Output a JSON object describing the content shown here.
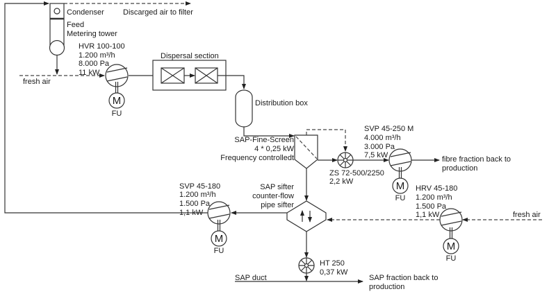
{
  "condenser": "Condenser",
  "discarged": "Discarged air  to filter",
  "tower": [
    "Feed",
    "Metering tower"
  ],
  "fresh_air_left": "fresh air",
  "hvr": [
    "HVR 100-100",
    "1.200 m³/h",
    "8.000 Pa",
    "11 kW"
  ],
  "dispersal": "Dispersal section",
  "distribution": "Distribution box",
  "fine_screen": [
    "SAP-Fine-Screen",
    "4 * 0,25 kW",
    "Frequency controlledt"
  ],
  "zs": [
    "ZS 72-500/2250",
    "2,2 kW"
  ],
  "svp250": [
    "SVP 45-250 M",
    "4.000 m³/h",
    "3.000 Pa",
    "7,5 kW"
  ],
  "fibre": [
    "fibre fraction back to",
    "production"
  ],
  "sifter": [
    "SAP sifter",
    "counter-flow",
    "pipe sifter"
  ],
  "svp180": [
    "SVP 45-180",
    "1.200 m³/h",
    "1.500 Pa",
    "1,1 kW"
  ],
  "hrv": [
    "HRV 45-180",
    "1.200 m³/h",
    "1.500 Pa",
    "1,1 kW"
  ],
  "fresh_air_right": "fresh air",
  "ht": [
    "HT 250",
    "0,37 kW"
  ],
  "sap_duct": "SAP duct",
  "sap_fraction": [
    "SAP fraction back to",
    "production"
  ],
  "motor_label": "M",
  "fu_label": "FU"
}
